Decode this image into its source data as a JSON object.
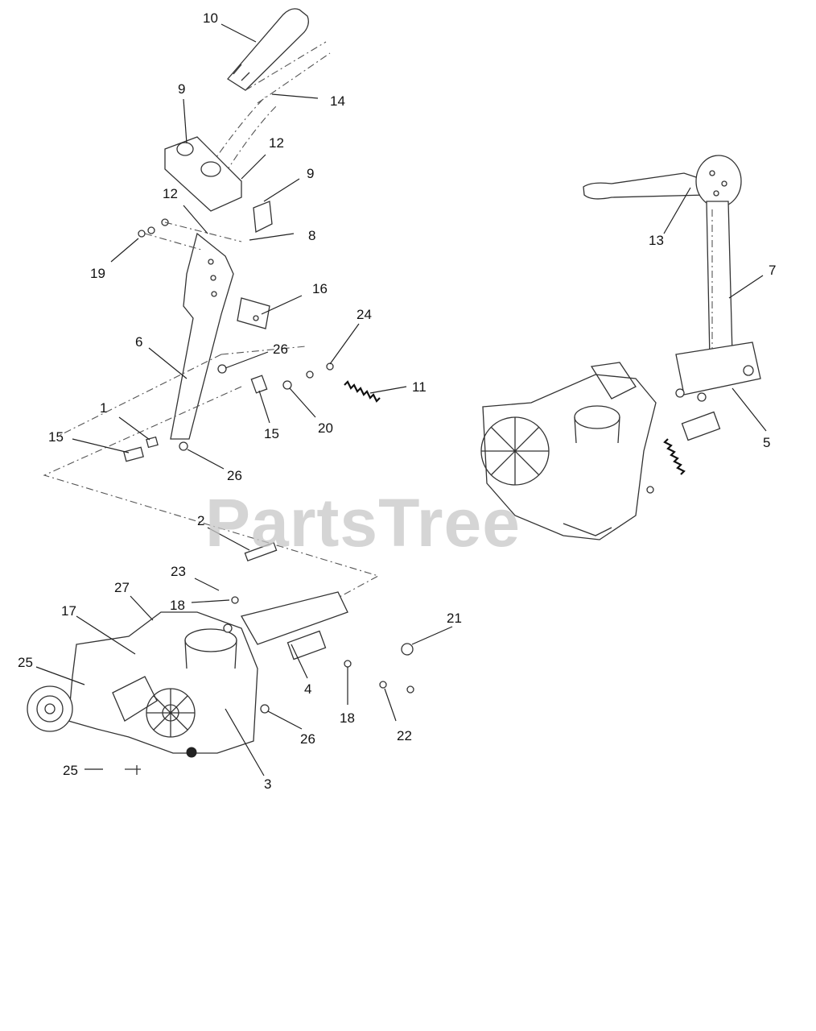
{
  "watermark": "PartsTree",
  "callouts": [
    {
      "id": "c10",
      "label": "10"
    },
    {
      "id": "c14",
      "label": "14"
    },
    {
      "id": "c9a",
      "label": "9"
    },
    {
      "id": "c12a",
      "label": "12"
    },
    {
      "id": "c9b",
      "label": "9"
    },
    {
      "id": "c12b",
      "label": "12"
    },
    {
      "id": "c8",
      "label": "8"
    },
    {
      "id": "c19",
      "label": "19"
    },
    {
      "id": "c16",
      "label": "16"
    },
    {
      "id": "c6",
      "label": "6"
    },
    {
      "id": "c26a",
      "label": "26"
    },
    {
      "id": "c24",
      "label": "24"
    },
    {
      "id": "c11",
      "label": "11"
    },
    {
      "id": "c1",
      "label": "1"
    },
    {
      "id": "c15a",
      "label": "15"
    },
    {
      "id": "c15b",
      "label": "15"
    },
    {
      "id": "c20",
      "label": "20"
    },
    {
      "id": "c26b",
      "label": "26"
    },
    {
      "id": "c2",
      "label": "2"
    },
    {
      "id": "c23",
      "label": "23"
    },
    {
      "id": "c27",
      "label": "27"
    },
    {
      "id": "c18a",
      "label": "18"
    },
    {
      "id": "c17",
      "label": "17"
    },
    {
      "id": "c25a",
      "label": "25"
    },
    {
      "id": "c21",
      "label": "21"
    },
    {
      "id": "c4",
      "label": "4"
    },
    {
      "id": "c18b",
      "label": "18"
    },
    {
      "id": "c26c",
      "label": "26"
    },
    {
      "id": "c22",
      "label": "22"
    },
    {
      "id": "c3",
      "label": "3"
    },
    {
      "id": "c25b",
      "label": "25"
    },
    {
      "id": "c13",
      "label": "13"
    },
    {
      "id": "c7",
      "label": "7"
    },
    {
      "id": "c5",
      "label": "5"
    }
  ]
}
